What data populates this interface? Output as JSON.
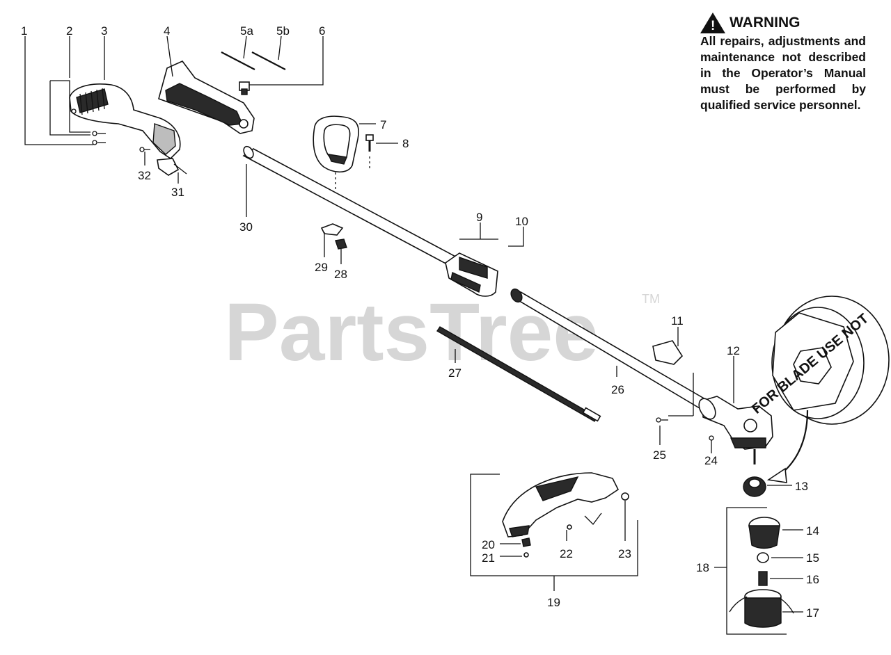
{
  "watermark": {
    "brand": "PartsTree",
    "trademark": "TM"
  },
  "warning": {
    "title": "WARNING",
    "text": "All repairs, adjustments and maintenance not described in the Operator’s Manual must be performed by qualified service personnel."
  },
  "cover_text": "FOR BLADE USE NOT",
  "labels": {
    "n1": "1",
    "n2": "2",
    "n3": "3",
    "n4": "4",
    "n5a": "5a",
    "n5b": "5b",
    "n6": "6",
    "n7": "7",
    "n8": "8",
    "n9": "9",
    "n10": "10",
    "n11": "11",
    "n12": "12",
    "n13": "13",
    "n14": "14",
    "n15": "15",
    "n16": "16",
    "n17": "17",
    "n18": "18",
    "n19": "19",
    "n20": "20",
    "n21": "21",
    "n22": "22",
    "n23": "23",
    "n24": "24",
    "n25": "25",
    "n26": "26",
    "n27": "27",
    "n28": "28",
    "n29": "29",
    "n30": "30",
    "n31": "31",
    "n32": "32"
  }
}
